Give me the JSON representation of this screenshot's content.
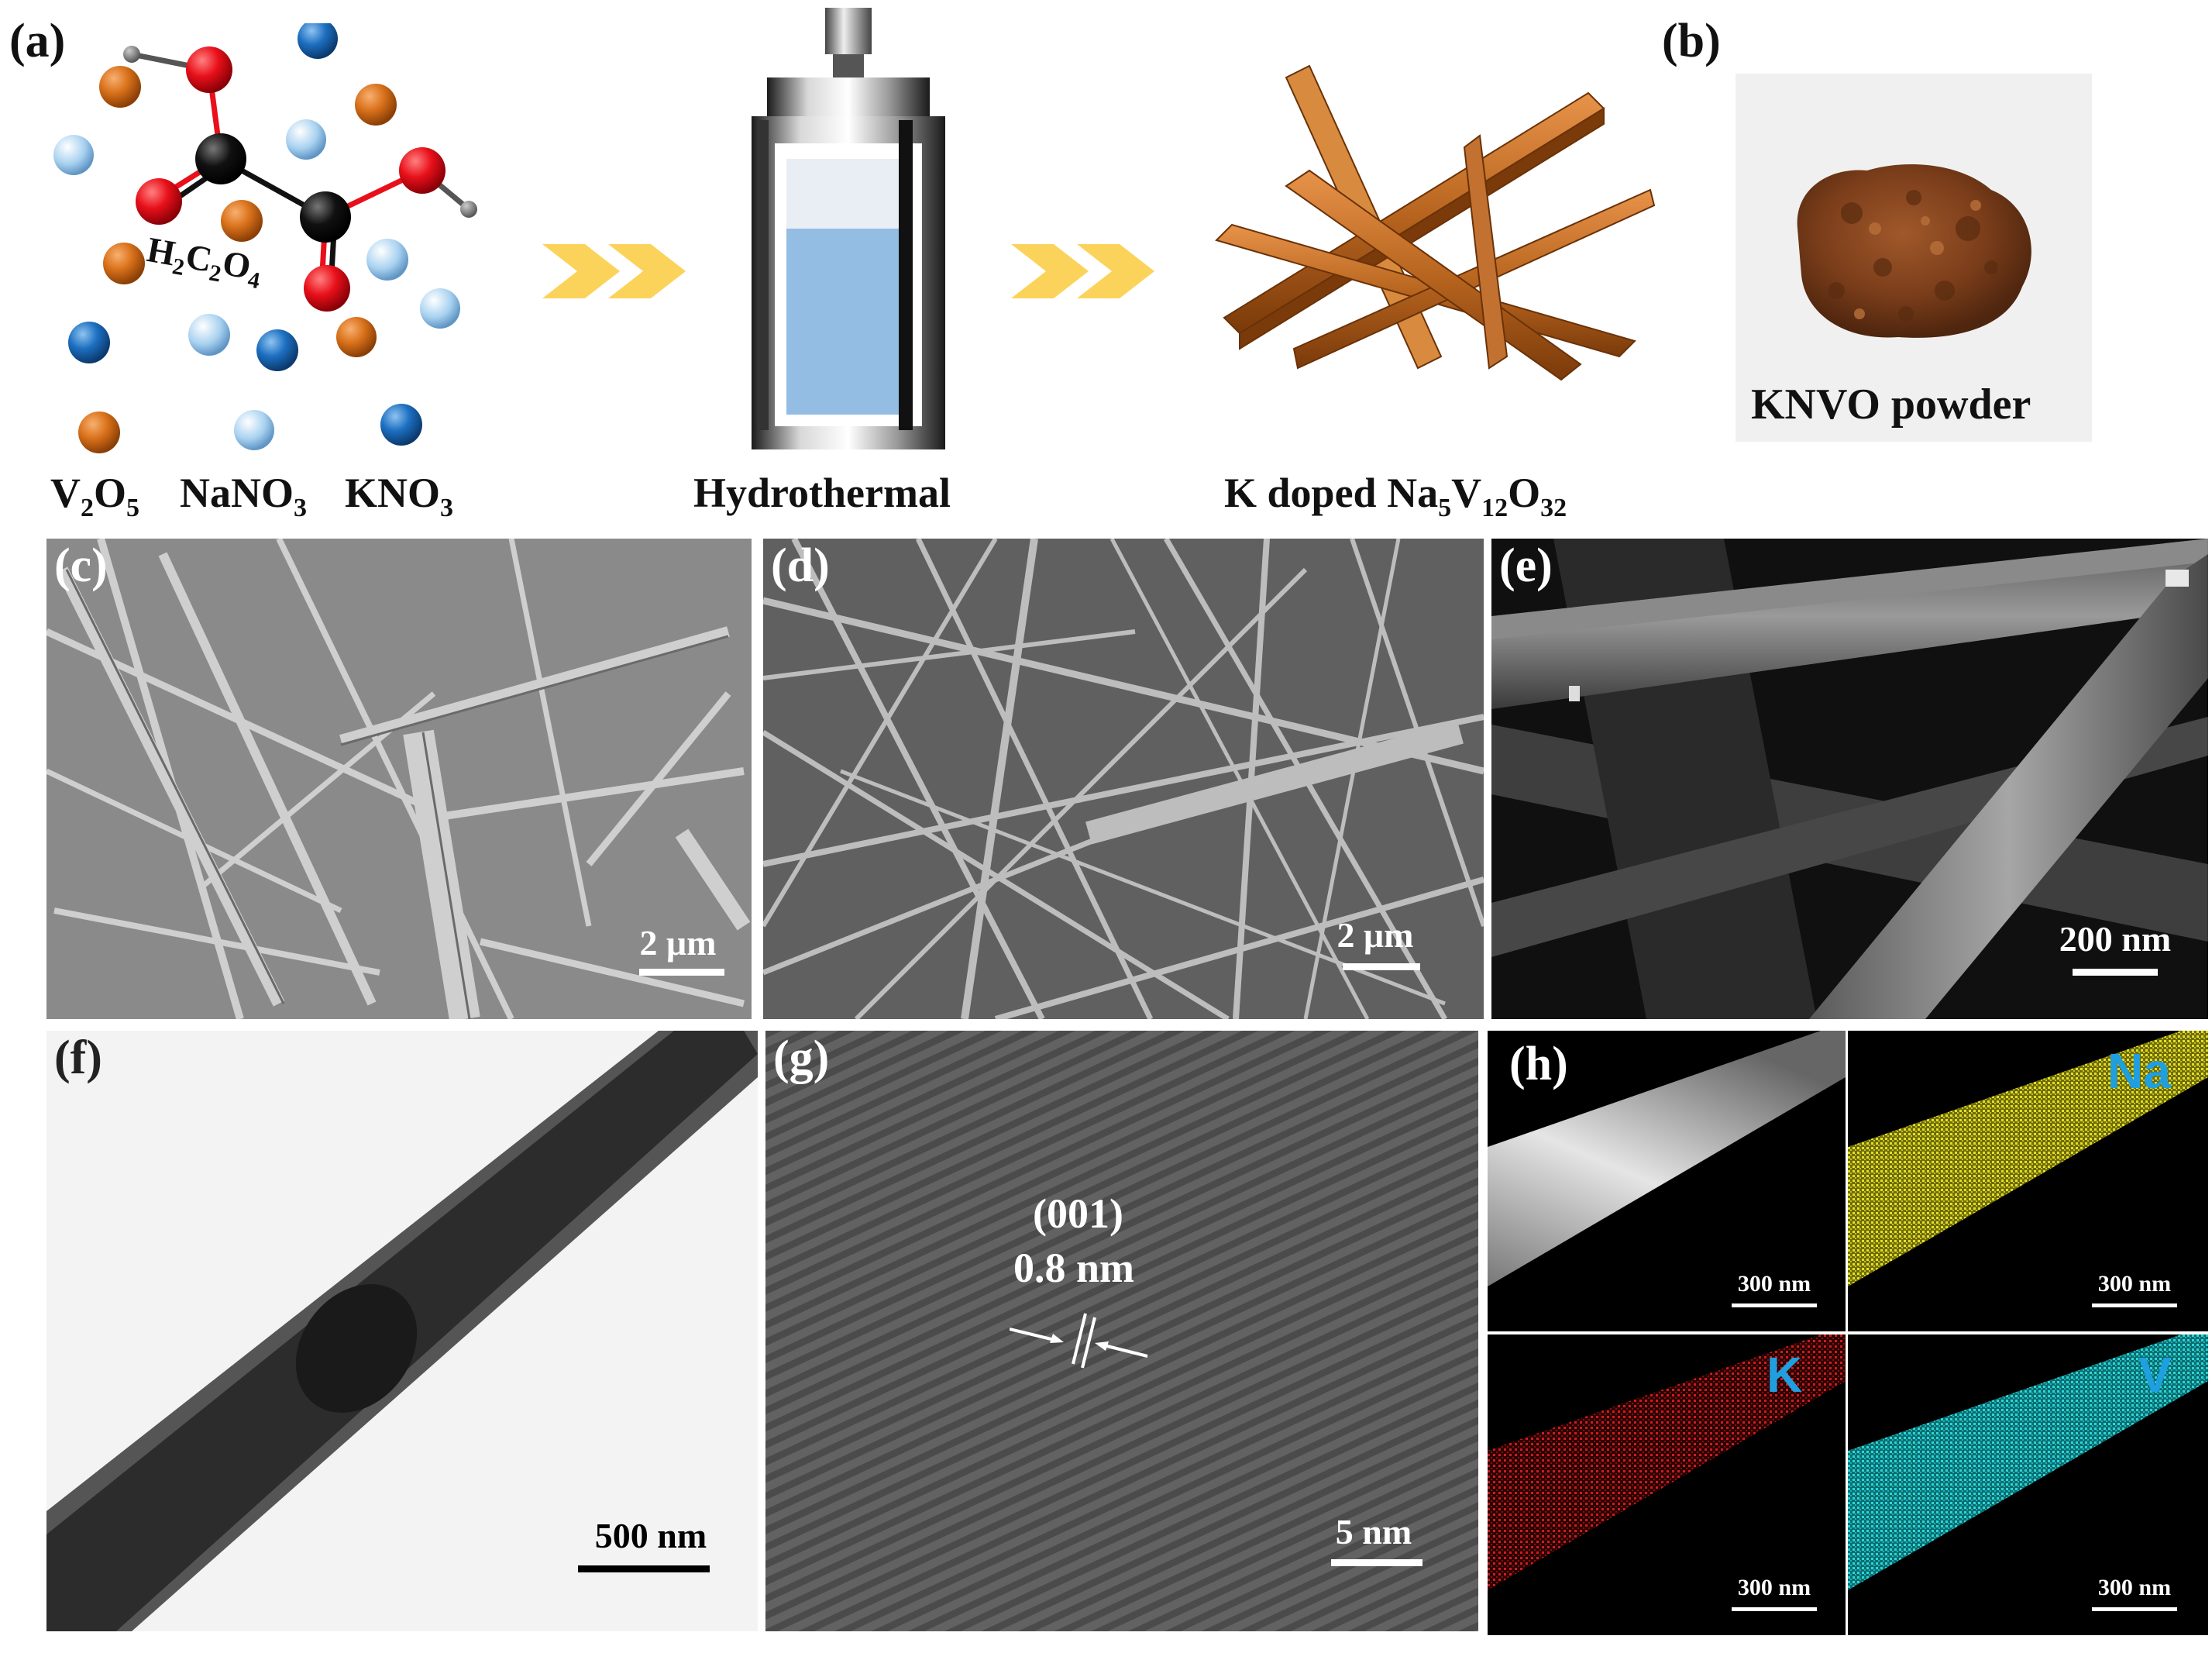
{
  "panels": {
    "a": "(a)",
    "b": "(b)",
    "c": "(c)",
    "d": "(d)",
    "e": "(e)",
    "f": "(f)",
    "g": "(g)",
    "h": "(h)"
  },
  "schematic": {
    "molecule_label": {
      "prefix": "H",
      "s1": "2",
      "mid": "C",
      "s2": "2",
      "mid2": "O",
      "s3": "4"
    },
    "reactants": [
      {
        "base": "V",
        "sub1": "2",
        "base2": "O",
        "sub2": "5"
      },
      {
        "base": "NaNO",
        "sub1": "3"
      },
      {
        "base": "KNO",
        "sub1": "3"
      }
    ],
    "step_label": "Hydrothermal",
    "product_label": {
      "t1": "K doped Na",
      "s1": "5",
      "t2": "V",
      "s2": "12",
      "t3": "O",
      "s3": "32"
    },
    "powder_label": "KNVO powder"
  },
  "scale_bars": {
    "c": "2 μm",
    "d": "2 μm",
    "e": "200 nm",
    "f": "500 nm",
    "g": "5 nm",
    "h1": "300 nm",
    "h2": "300 nm",
    "h3": "300 nm",
    "h4": "300 nm"
  },
  "lattice": {
    "plane": "(001)",
    "spacing": "0.8 nm"
  },
  "eds_maps": {
    "na": "Na",
    "k": "K",
    "v": "V"
  },
  "colors": {
    "oxygen": "#e8101a",
    "carbon": "#111111",
    "hydrogen": "#777777",
    "orange_atom": "#d9711b",
    "blue_atom": "#1d6fc1",
    "light_blue_atom": "#a9d2f0",
    "arrow": "#fcd35a",
    "rod": "#b8651f",
    "na_map": "#d8d31c",
    "k_map": "#c4191b",
    "v_map": "#1fd0d4"
  }
}
